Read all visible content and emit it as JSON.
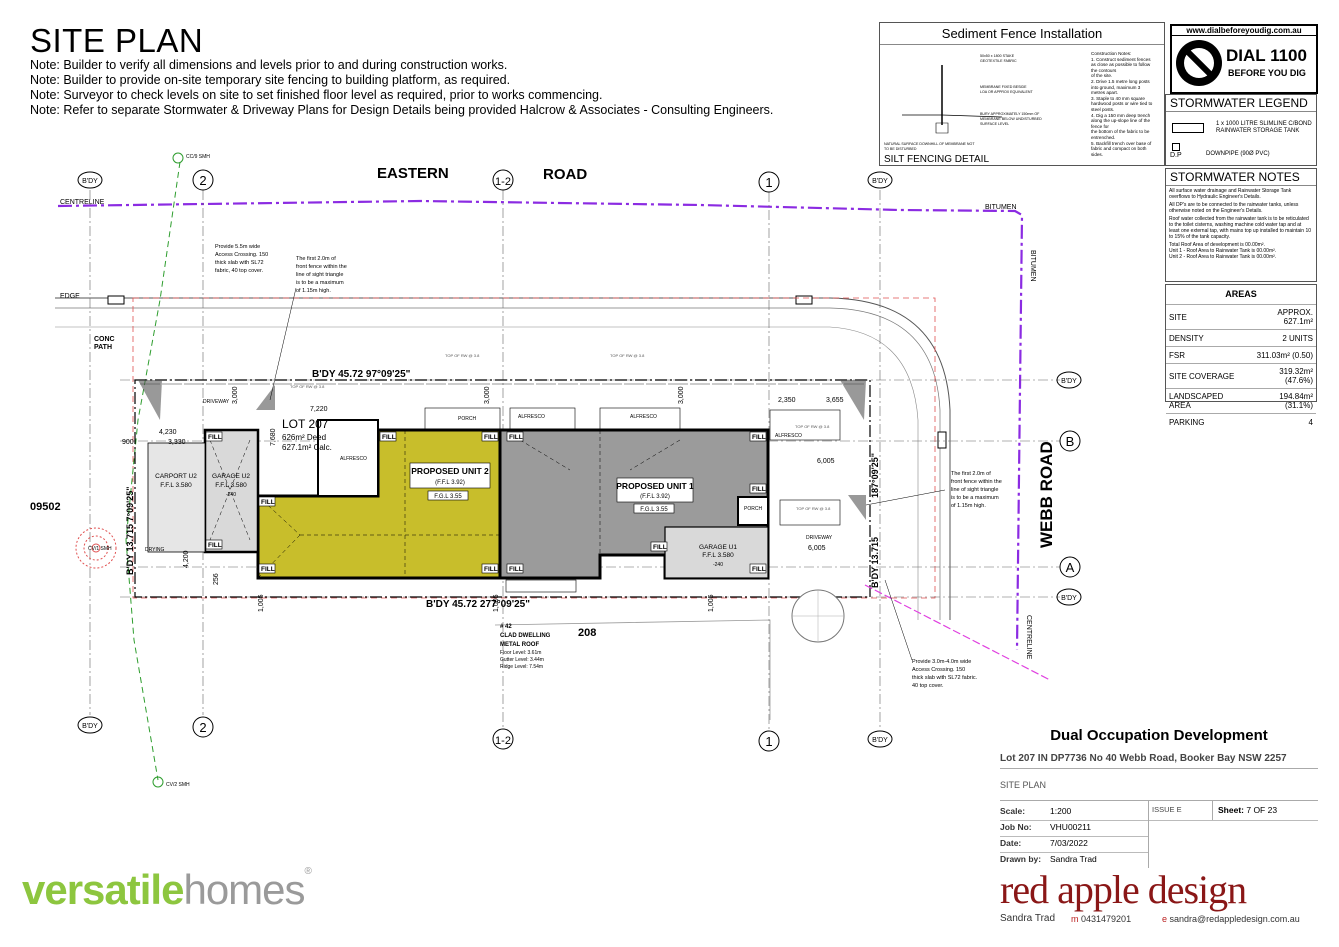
{
  "header": {
    "title": "SITE PLAN",
    "notes": [
      "Note: Builder to verify all dimensions and levels prior to and during construction works.",
      "Note: Builder to provide on-site temporary site fencing to building platform, as required.",
      "Note: Surveyor to check levels on site to set finished floor level as required, prior to works commencing.",
      "Note: Refer to separate Stormwater & Driveway Plans for Design Details being provided Halcrow & Associates - Consulting Engineers."
    ]
  },
  "plan": {
    "road_top_left": "EASTERN",
    "road_top_right": "ROAD",
    "road_right": "WEBB ROAD",
    "grid": {
      "two": "2",
      "one_two": "1-2",
      "one": "1",
      "A": "A",
      "B": "B",
      "bdy": "B'DY"
    },
    "centreline": "CENTRELINE",
    "bitumen": "BITUMEN",
    "edge": "EDGE",
    "conc_path": "CONC",
    "conc_path2": "PATH",
    "bdy_top": "B'DY 45.72  97°09'25\"",
    "bdy_bottom": "B'DY 45.72  277°09'25\"",
    "bdy_left": "B'DY 13.715  7°09'25\"",
    "bdy_right": "B'DY 13.715",
    "bearing_right": "187°09'25\"",
    "lot_number": "LOT 207",
    "lot_deed": "626m² Deed",
    "lot_calc": "627.1m² Calc.",
    "neighbour_left": "09502",
    "neighbour_bottom": "208",
    "neighbour_house": [
      "# 42",
      "CLAD DWELLING",
      "METAL ROOF",
      "Floor Level: 3.61m",
      "Gutter Level: 3.44m",
      "Ridge Level: 7.54m"
    ],
    "unit2": {
      "title": "PROPOSED UNIT 2",
      "ffl": "(F.F.L 3.92)",
      "fgl": "F.G.L 3.55"
    },
    "unit1": {
      "title": "PROPOSED UNIT 1",
      "ffl": "(F.F.L 3.92)",
      "fgl": "F.G.L 3.55"
    },
    "carport": [
      "CARPORT U2",
      "F.F.L 3.580"
    ],
    "garage_u2": [
      "GARAGE U2",
      "F.F.L 3.580",
      "-240"
    ],
    "garage_u1": [
      "GARAGE U1",
      "F.F.L 3.580",
      "-240"
    ],
    "fill": "FILL",
    "alfresco": "ALFRESCO",
    "porch": "PORCH",
    "driveway": "DRIVEWAY",
    "dims": {
      "d7220": "7,220",
      "d4230": "4,230",
      "d3330": "3,330",
      "d900": "900",
      "d3000": "3,000",
      "d2350": "2,350",
      "d3655": "3,655",
      "d6005": "6,005",
      "d4200": "4,200",
      "d1005": "1,005",
      "d7680": "7,680",
      "d256": "256"
    },
    "crossing_note_top": [
      "Provide 5.5m wide",
      "Access Crossing. 150",
      "thick slab with SL72",
      "fabric, 40 top cover."
    ],
    "sight_note_top": [
      "The first 2.0m of",
      "front fence within the",
      "line of sight triangle",
      "is to be a maximum",
      "of 1.15m high."
    ],
    "sight_note_right": [
      "The first 2.0m of",
      "front fence within the",
      "line of sight triangle",
      "is to be a maximum",
      "of 1.15m high."
    ],
    "crossing_note_bottom": [
      "Provide 3.0m-4.0m wide",
      "Access Crossing. 150",
      "thick slab with SL72 fabric.",
      "40 top cover."
    ],
    "top_of_rw": "TOP OF RW @ 3.8",
    "smh_top": "CC/9 SMH",
    "smh_left": "CV/1 SMH",
    "smh_bottom": "CV/2 SMH",
    "drying": "DRYING"
  },
  "sediment": {
    "title": "Sediment Fence Installation",
    "detail_title": "SILT FENCING DETAIL",
    "notes": [
      "Construction Notes:",
      "1. Construct sediment fences",
      "as close as possible to follow",
      "the contours",
      "of the site.",
      "2. Drive 1.5 metre long posts",
      "into ground, maximum 3",
      "metres apart.",
      "3. Staple to 40 mm square",
      "hardwood posts or wire tied to",
      "steel posts.",
      "4. Dig a 150 mm deep trench",
      "along the up-slope line of the",
      "fence for",
      "the bottom of the fabric to be",
      "entrenched.",
      "5. Backfill trench over base of",
      "fabric and compact on both",
      "sides."
    ],
    "labels": [
      "50x50 x 1800 STAKE",
      "GEOTEXTILE FABRIC",
      "MEMBRANE FIXED BESIDE",
      "LOA OR APPROX EQUIVALENT",
      "BURY APPROXIMATELY 150mm OF",
      "MEMBRANE BELOW UNDISTURBED",
      "SURFACE LEVEL",
      "NATURAL SURFACE DOWNHILL OF MEMBRANE NOT",
      "TO BE DISTURBED"
    ]
  },
  "dbyd": {
    "url": "www.dialbeforeyoudig.com.au",
    "big": "DIAL 1100",
    "small": "BEFORE YOU DIG"
  },
  "stormwater": {
    "legend_title": "STORMWATER LEGEND",
    "tank_desc": [
      "1 x 1000 LITRE SLIMLINE C/BOND",
      "RAINWATER STORAGE TANK"
    ],
    "dp_sym": "D.P",
    "dp_desc": "DOWNPIPE (90Ø PVC)",
    "notes_title": "STORMWATER NOTES",
    "notes": [
      "All surface water drainage and Rainwater Storage Tank overflows to Hydraulic Engineer's Details.",
      "All DP's are to be connected to the rainwater tanks, unless otherwise noted on the Engineer's Details.",
      "Roof water collected from the rainwater tank is to be reticulated to the toilet cisterns, washing machine cold water tap and at least one external tap, with mains top up installed to maintain 10 to 15% of the tank capacity.",
      "Total Roof Area of development is 00.00m².",
      "Unit 1 - Roof Area to Rainwater Tank is 00.00m².",
      "Unit 2 - Roof Area to Rainwater Tank is 00.00m²."
    ]
  },
  "areas": {
    "title": "AREAS",
    "rows": [
      {
        "label": "SITE",
        "value": "APPROX. 627.1m²"
      },
      {
        "label": "DENSITY",
        "value": "2 UNITS"
      },
      {
        "label": "FSR",
        "value": "311.03m² (0.50)"
      },
      {
        "label": "SITE COVERAGE",
        "value": "319.32m² (47.6%)"
      },
      {
        "label": "LANDSCAPED AREA",
        "value": "194.84m² (31.1%)"
      },
      {
        "label": "PARKING",
        "value": "4"
      }
    ]
  },
  "titleblock": {
    "project": "Dual Occupation Development",
    "address": "Lot 207 IN DP7736 No 40 Webb Road, Booker Bay NSW 2257",
    "drawing": "SITE PLAN",
    "scale_label": "Scale:",
    "scale": "1:200",
    "issue": "ISSUE E",
    "sheet_label": "Sheet:",
    "sheet": "7 OF 23",
    "job_label": "Job No:",
    "job": "VHU00211",
    "date_label": "Date:",
    "date": "7/03/2022",
    "drawn_label": "Drawn by:",
    "drawn": "Sandra Trad"
  },
  "brand": {
    "versatile1": "versatile",
    "versatile2": "homes",
    "reg": "®",
    "redapple": "red apple design",
    "person": "Sandra Trad",
    "m_label": "m",
    "phone": "0431479201",
    "e_label": "e",
    "email": "sandra@redappledesign.com.au",
    "colors": {
      "versatile_green": "#8dc63f",
      "versatile_grey": "#9a9a9a",
      "unit2_fill": "#c8be2b",
      "unit1_fill": "#9b9b9b",
      "boundary_purple": "#8b2be2",
      "sewer_green": "#2e9d2e",
      "magenta": "#e040e0"
    }
  }
}
